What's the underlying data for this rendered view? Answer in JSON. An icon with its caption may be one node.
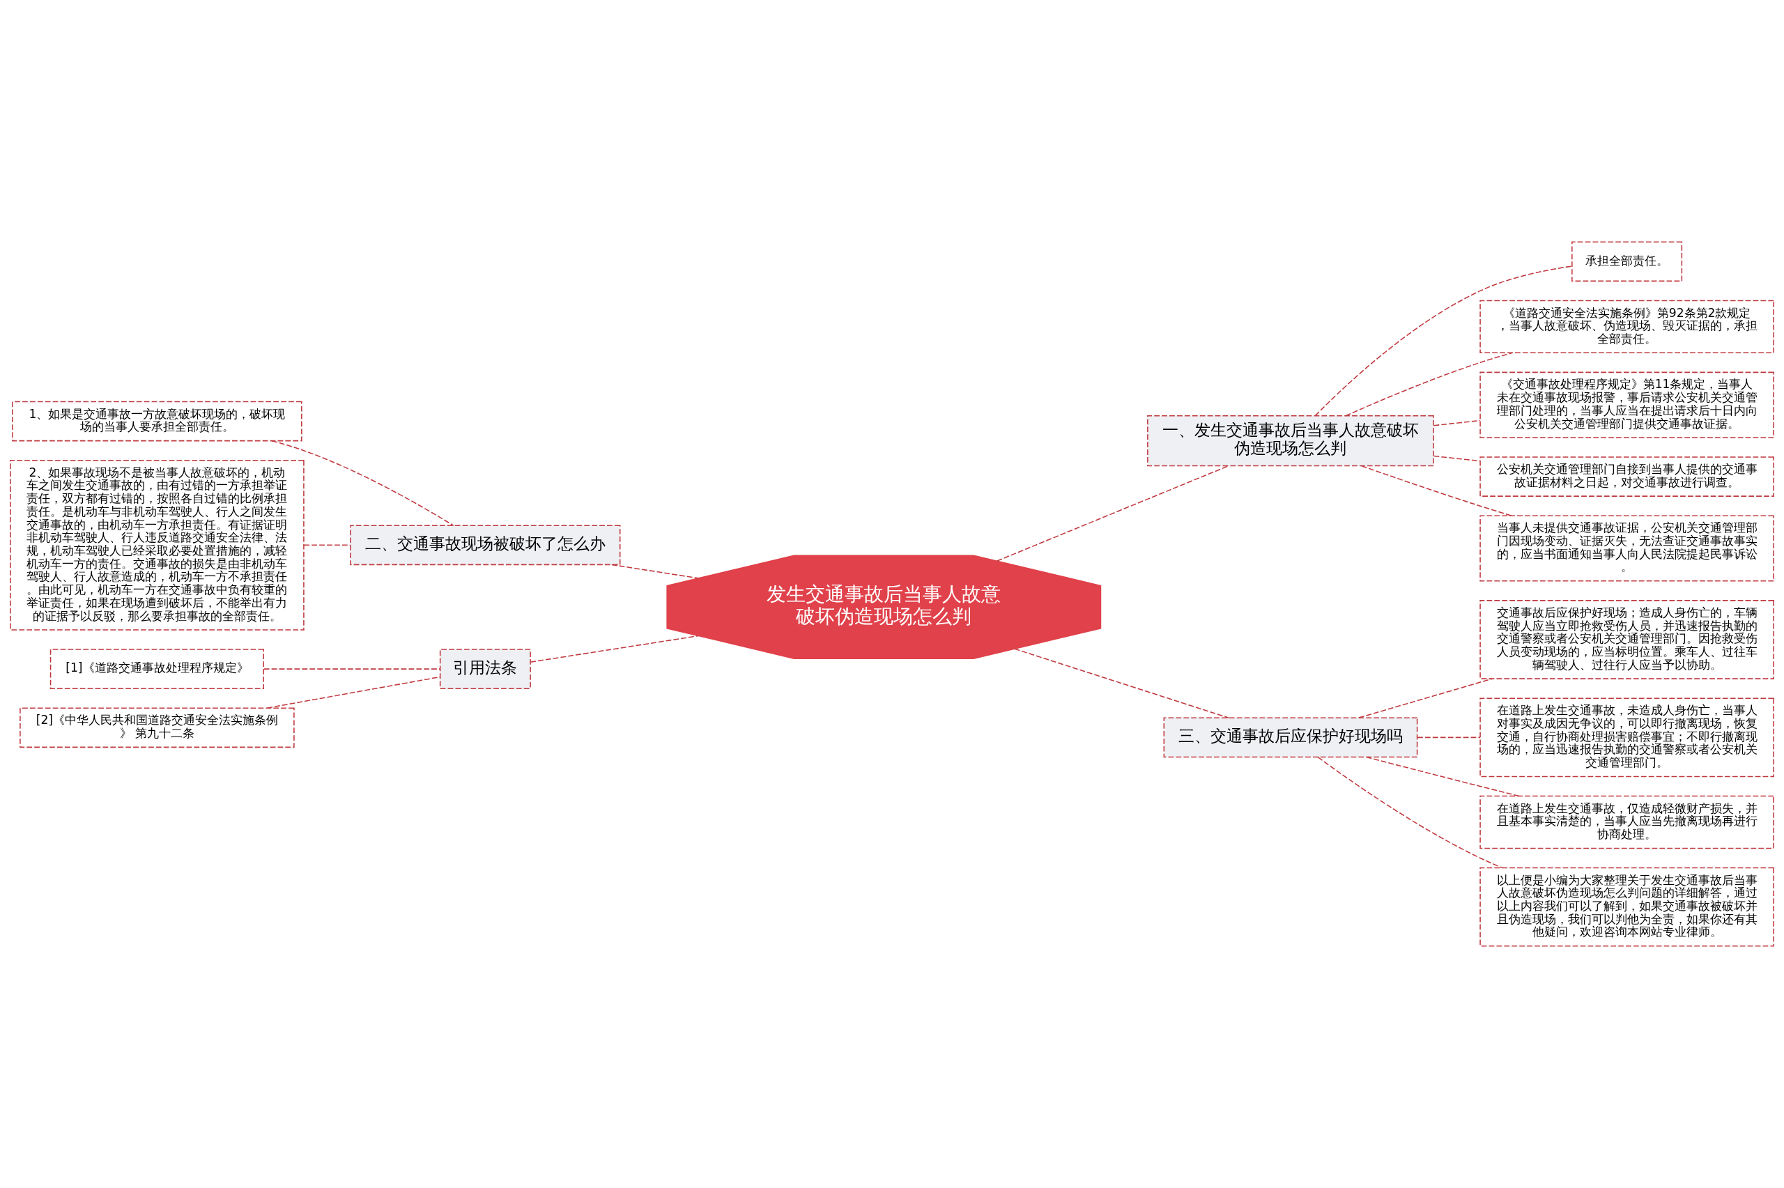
{
  "diagram": {
    "nodes": [
      {
        "text": [
          "发生交通事故后当事人故意破坏伪造现场怎么判"
        ]
      },
      {
        "text": [
          "一、发生交通事故后当事人故意破坏伪造现场怎么判"
        ]
      },
      {
        "text": [
          "承担全部责任。"
        ]
      },
      {
        "text": [
          "《道路交通安全法实施条例》第92条第2款规定，当事人故意破坏、伪造现场、毁灭证据的，承担全部责任。"
        ]
      },
      {
        "text": [
          "《交通事故处理程序规定》第11条规定，当事人未在交通事故现场报警，事后请求公安机关交通管理部门处理的，当事人应当在提出请求后十日内向公安机关交通管理部门提供交通事故证据。"
        ]
      },
      {
        "text": [
          "公安机关交通管理部门自接到当事人提供的交通事故证据材料之日起，对交通事故进行调查。"
        ]
      },
      {
        "text": [
          "当事人未提供交通事故证据，公安机关交通管理部门因现场变动、证据灭失，无法查证交通事故事实的，应当书面通知当事人向人民法院提起民事诉讼。"
        ]
      },
      {
        "text": [
          "三、交通事故后应保护好现场吗"
        ]
      },
      {
        "text": [
          "交通事故后应保护好现场；造成人身伤亡的，车辆驾驶人应当立即抢救受伤人员，并迅速报告执勤的交通警察或者公安机关交通管理部门。因抢救受伤人员变动现场的，应当标明位置。乘车人、过往车辆驾驶人、过往行人应当予以协助。"
        ]
      },
      {
        "text": [
          "在道路上发生交通事故，未造成人身伤亡，当事人对事实及成因无争议的，可以即行撤离现场，恢复交通，自行协商处理损害赔偿事宜；不即行撤离现场的，应当迅速报告执勤的交通警察或者公安机关交通管理部门。"
        ]
      },
      {
        "text": [
          "在道路上发生交通事故，仅造成轻微财产损失，并且基本事实清楚的，当事人应当先撤离现场再进行协商处理。"
        ]
      },
      {
        "text": [
          "以上便是小编为大家整理关于发生交通事故后当事人故意破坏伪造现场怎么判问题的详细解答，通过以上内容我们可以了解到，如果交通事故被破坏并且伪造现场，我们可以判他为全责，如果你还有其他疑问，欢迎咨询本网站专业律师。"
        ]
      },
      {
        "text": [
          "二、交通事故现场被破坏了怎么办"
        ]
      },
      {
        "text": [
          "1、如果是交通事故一方故意破坏现场的，破坏现场的当事人要承担全部责任。"
        ]
      },
      {
        "text": [
          "2、如果事故现场不是被当事人故意破坏的，机动车之间发生交通事故的，由有过错的一方承担举证责任，双方都有过错的，按照各自过错的比例承担责任。是机动车与非机动车驾驶人、行人之间发生交通事故的，由机动车一方承担责任。有证据证明非机动车驾驶人、行人违反道路交通安全法律、法规，机动车驾驶人已经采取必要处置措施的，减轻机动车一方的责任。交通事故的损失是由非机动车驾驶人、行人故意造成的，机动车一方不承担责任。由此可见，机动车一方在交通事故中负有较重的举证责任，如果在现场遭到破坏后，不能举出有力的证据予以反驳，那么要承担事故的全部责任。"
        ]
      },
      {
        "text": [
          "引用法条"
        ]
      },
      {
        "text": [
          "[1]《道路交通事故处理程序规定》"
        ]
      },
      {
        "text": [
          "[2]《中华人民共和国道路交通安全法实施条例》 第九十二条"
        ]
      }
    ],
    "edges": [
      {
        "from": 0,
        "to": 1,
        "arrow": "none",
        "style": "dashed"
      },
      {
        "from": 1,
        "to": 2,
        "arrow": "none",
        "style": "dashed"
      },
      {
        "from": 1,
        "to": 3,
        "arrow": "none",
        "style": "dashed"
      },
      {
        "from": 1,
        "to": 4,
        "arrow": "none",
        "style": "dashed"
      },
      {
        "from": 1,
        "to": 5,
        "arrow": "none",
        "style": "dashed"
      },
      {
        "from": 1,
        "to": 6,
        "arrow": "none",
        "style": "dashed"
      },
      {
        "from": 0,
        "to": 7,
        "arrow": "none",
        "style": "dashed"
      },
      {
        "from": 7,
        "to": 8,
        "arrow": "none",
        "style": "dashed"
      },
      {
        "from": 7,
        "to": 9,
        "arrow": "none",
        "style": "dashed"
      },
      {
        "from": 7,
        "to": 10,
        "arrow": "none",
        "style": "dashed"
      },
      {
        "from": 7,
        "to": 11,
        "arrow": "none",
        "style": "dashed"
      },
      {
        "from": 0,
        "to": 12,
        "arrow": "none",
        "style": "dashed"
      },
      {
        "from": 12,
        "to": 13,
        "arrow": "none",
        "style": "dashed"
      },
      {
        "from": 12,
        "to": 14,
        "arrow": "none",
        "style": "dashed"
      },
      {
        "from": 0,
        "to": 15,
        "arrow": "none",
        "style": "dashed"
      },
      {
        "from": 15,
        "to": 16,
        "arrow": "none",
        "style": "dashed"
      },
      {
        "from": 15,
        "to": 17,
        "arrow": "none",
        "style": "dashed"
      }
    ]
  }
}
